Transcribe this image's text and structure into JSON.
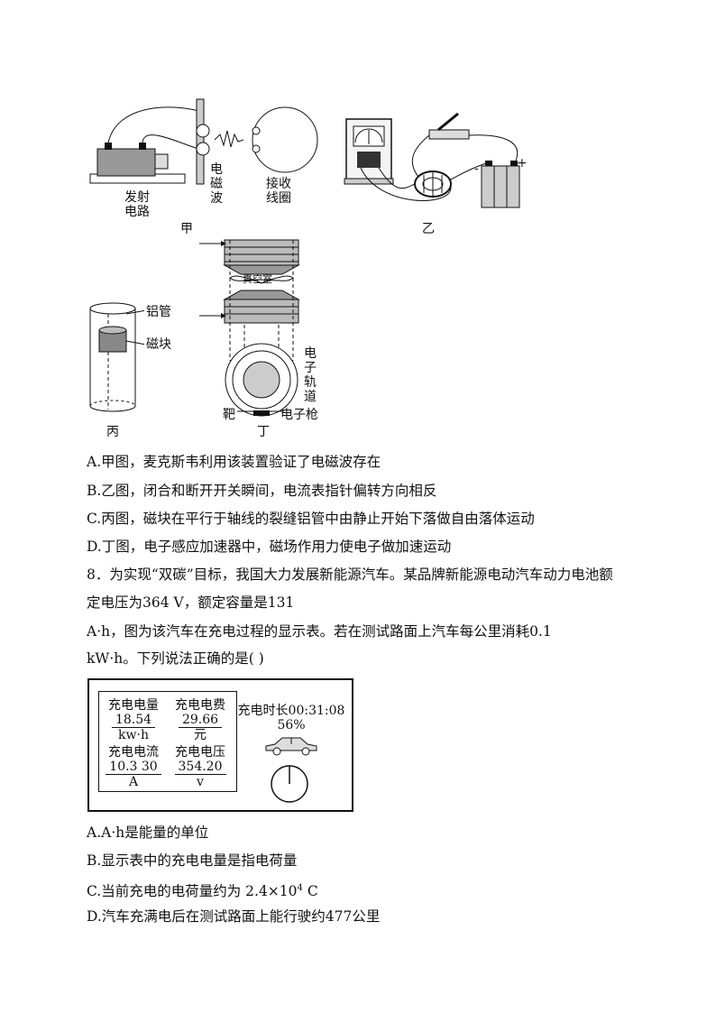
{
  "figures": {
    "jia": {
      "transmitter_label": "发射\n电路",
      "wave_label": "电\n磁\n波",
      "receiver_label": "接收\n线圈",
      "caption": "甲"
    },
    "yi": {
      "caption": "乙",
      "minus": "-",
      "plus": "+"
    },
    "bing": {
      "tube_label": "铝管",
      "magnet_label": "磁块",
      "caption": "丙"
    },
    "ding": {
      "vacuum_label": "真空室",
      "orbit_label": "电\n子\n轨\n道",
      "target_label": "靶",
      "gun_label": "电子枪",
      "caption": "丁"
    }
  },
  "q7_options": [
    "A.甲图，麦克斯韦利用该装置验证了电磁波存在",
    "B.乙图，闭合和断开开关瞬间，电流表指针偏转方向相反",
    "C.丙图，磁块在平行于轴线的裂缝铝管中由静止开始下落做自由落体运动",
    "D.丁图，电子感应加速器中，磁场作用力使电子做加速运动"
  ],
  "q8": {
    "lines": [
      "8．为实现“双碳”目标，我国大力发展新能源汽车。某品牌新能源电动汽车动力电池额",
      "定电压为364 V，额定容量是131",
      "A·h，图为该汽车在充电过程的显示表。若在测试路面上汽车每公里消耗0.1",
      "kW·h。下列说法正确的是(   )"
    ],
    "display": {
      "energy_label": "充电电量",
      "energy_value": "18.54",
      "energy_unit": "kw·h",
      "fee_label": "充电电费",
      "fee_value": "29.66",
      "fee_unit": "元",
      "current_label": "充电电流",
      "current_value": "10.3 30",
      "current_unit": "A",
      "voltage_label": "充电电压",
      "voltage_value": "354.20",
      "voltage_unit": "v",
      "time_label": "充电时长00:31:08",
      "percent": "56%"
    },
    "options": [
      "A.A·h是能量的单位",
      "B.显示表中的充电电量是指电荷量",
      "C.当前充电的电荷量约为 2.4×10",
      "D.汽车充满电后在测试路面上能行驶约477公里"
    ],
    "option_c_exp": "4",
    "option_c_unit": " C"
  }
}
